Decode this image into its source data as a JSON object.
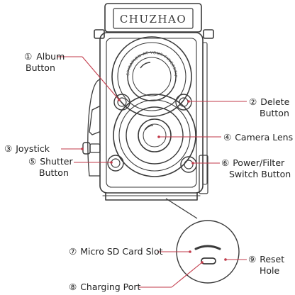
{
  "brand": "CHUZHAO",
  "lens_ring_text": "INSPIRATION AT YOUR FINGERTIPS",
  "callouts": [
    {
      "id": "album",
      "number": "①",
      "lines": [
        "Album",
        "Button"
      ]
    },
    {
      "id": "delete",
      "number": "②",
      "lines": [
        "Delete",
        "Button"
      ]
    },
    {
      "id": "joystick",
      "number": "③",
      "lines": [
        "Joystick"
      ]
    },
    {
      "id": "lens",
      "number": "④",
      "lines": [
        "Camera Lens"
      ]
    },
    {
      "id": "shutter",
      "number": "⑤",
      "lines": [
        "Shutter",
        "Button"
      ]
    },
    {
      "id": "power",
      "number": "⑥",
      "lines": [
        "Power/Filter",
        "Switch Button"
      ]
    },
    {
      "id": "sdslot",
      "number": "⑦",
      "lines": [
        "Micro SD Card Slot"
      ]
    },
    {
      "id": "charging",
      "number": "⑧",
      "lines": [
        "Charging Port"
      ]
    },
    {
      "id": "reset",
      "number": "⑨",
      "lines": [
        "Reset",
        "Hole"
      ]
    }
  ],
  "colors": {
    "leader": "#c23a4a",
    "outline": "#3a3a3a",
    "text": "#222222"
  }
}
